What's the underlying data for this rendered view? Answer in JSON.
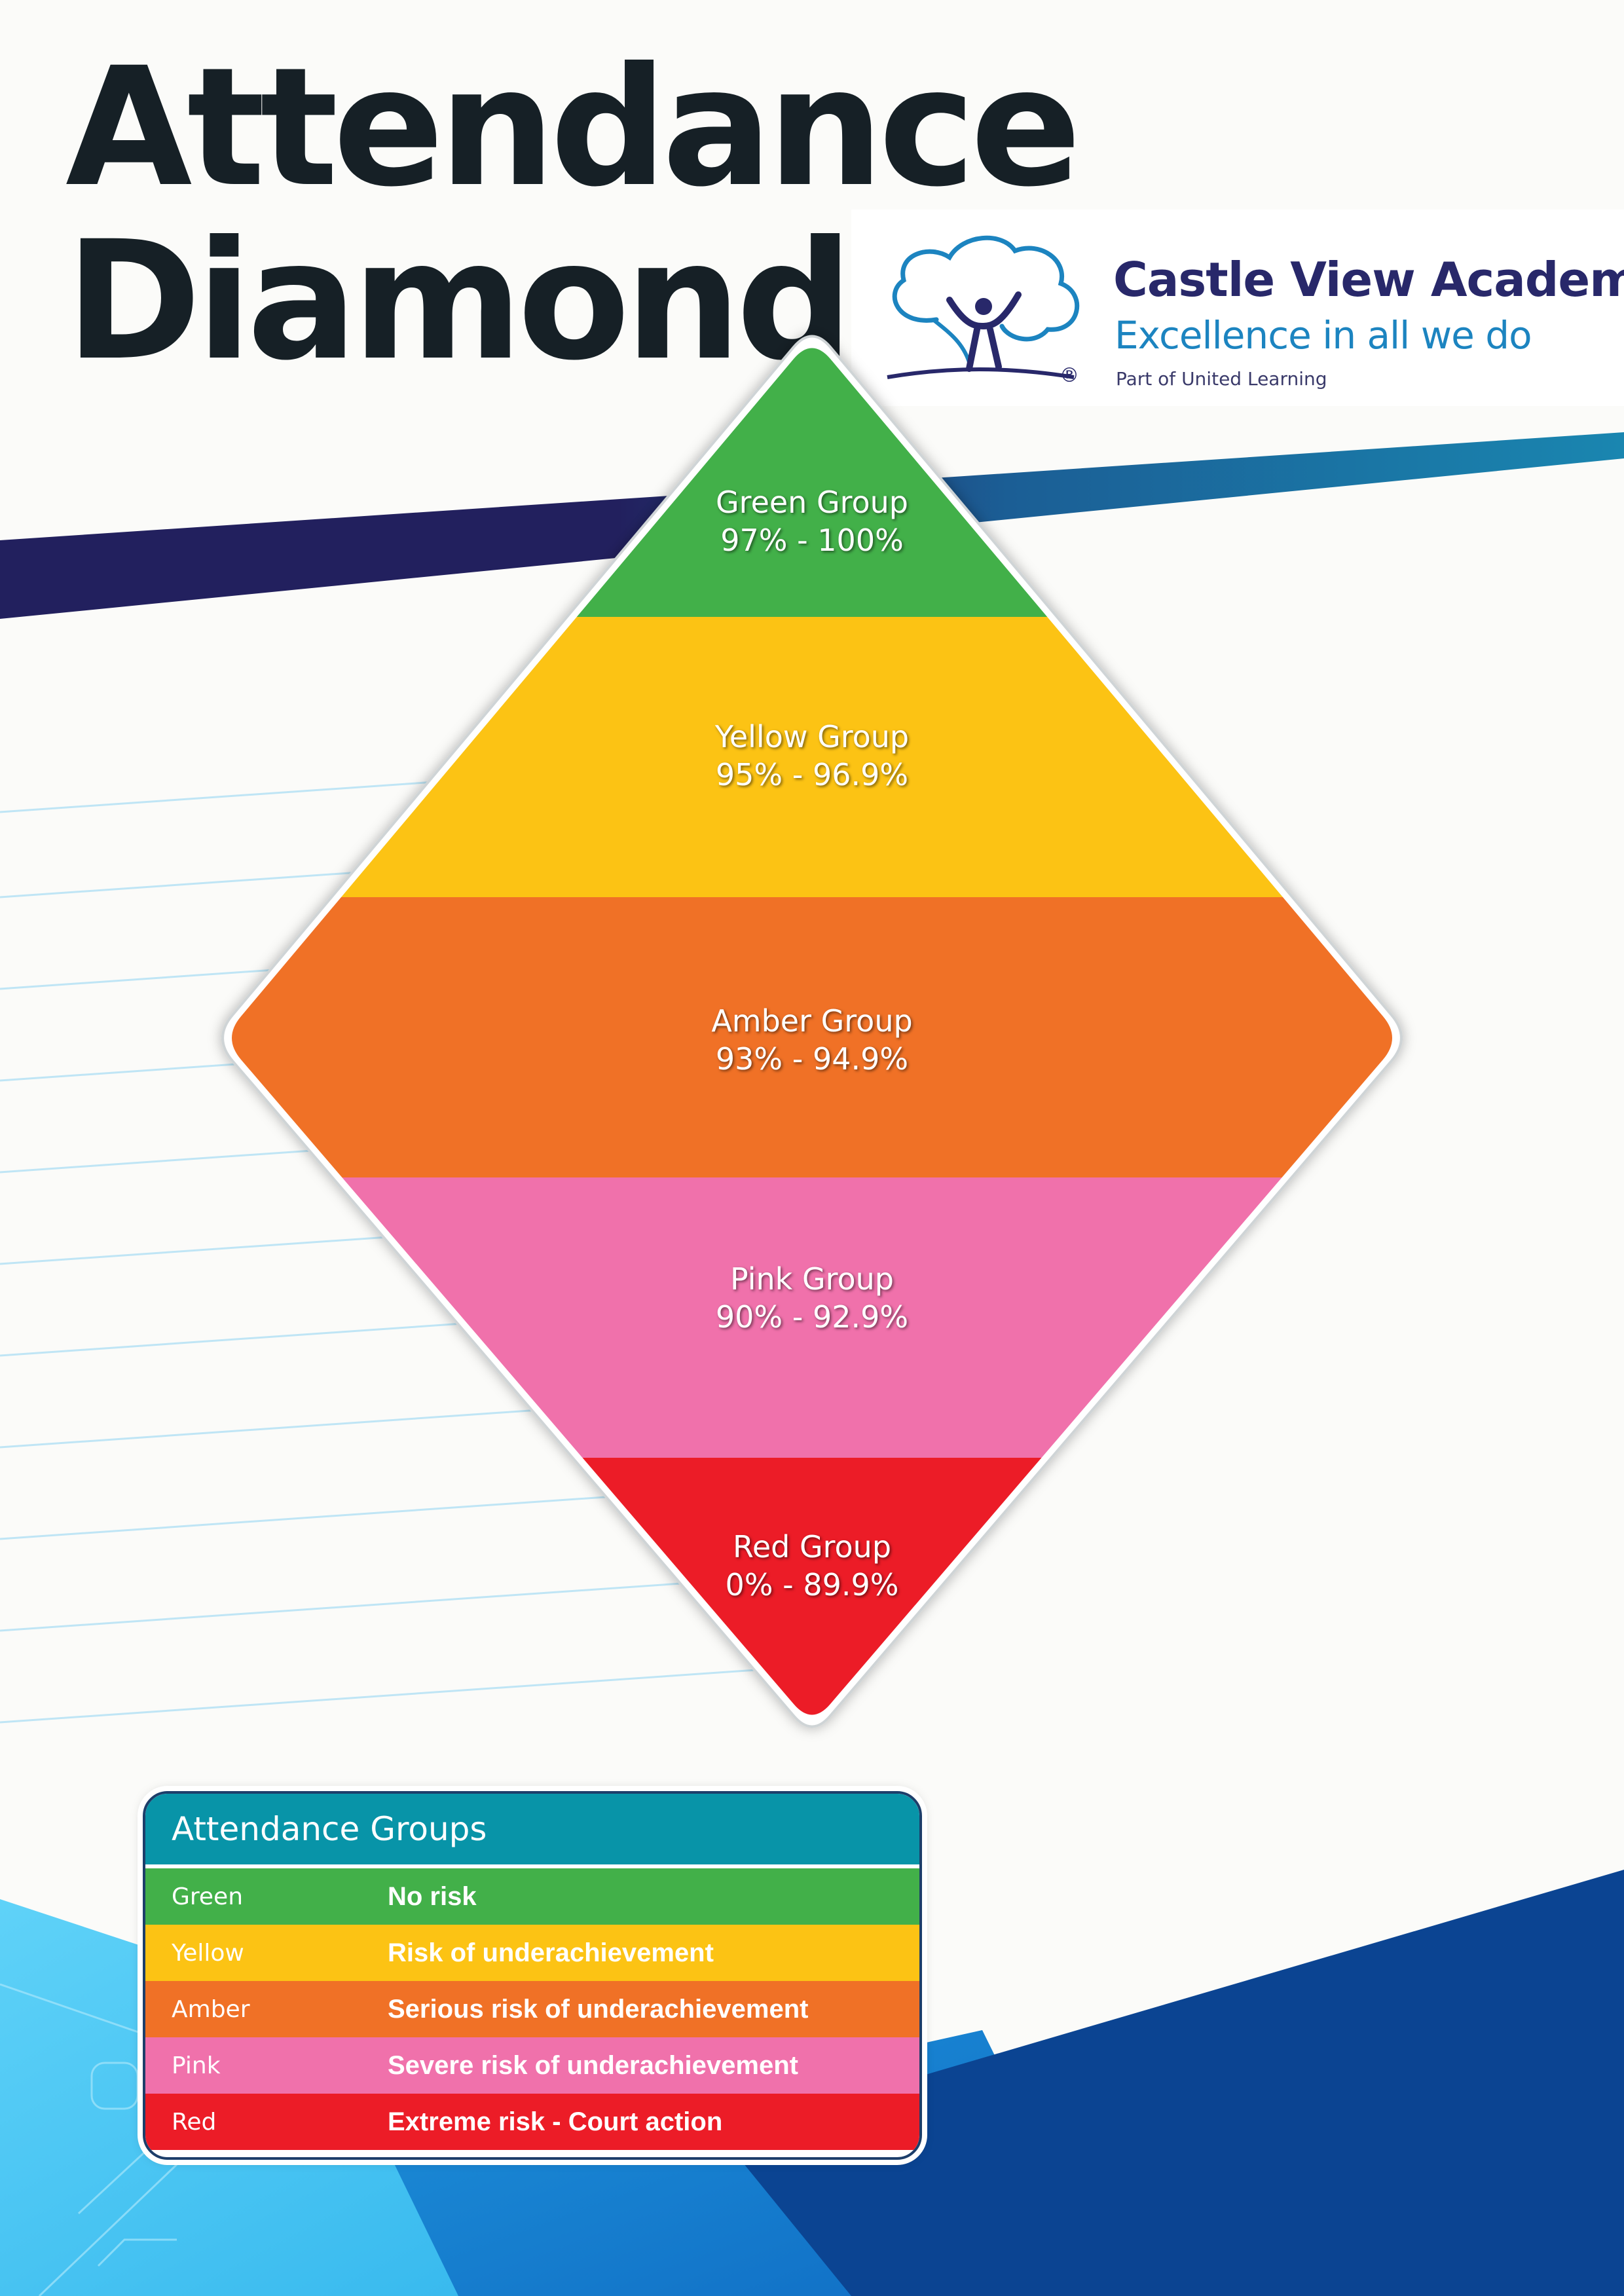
{
  "title": {
    "line1": "Attendance",
    "line2": "Diamond"
  },
  "logo": {
    "name": "Castle View Academy",
    "tagline": "Excellence in all we do",
    "affiliation": "Part of United Learning",
    "registered": "®"
  },
  "diamond": {
    "bands": [
      {
        "name": "Green Group",
        "range": "97% - 100%",
        "color": "#42b049"
      },
      {
        "name": "Yellow Group",
        "range": "95% - 96.9%",
        "color": "#fcc314"
      },
      {
        "name": "Amber Group",
        "range": "93% - 94.9%",
        "color": "#f07126"
      },
      {
        "name": "Pink Group",
        "range": "90% - 92.9%",
        "color": "#f071ab"
      },
      {
        "name": "Red Group",
        "range": "0% - 89.9%",
        "color": "#ec1c27"
      }
    ]
  },
  "legend": {
    "title": "Attendance Groups",
    "header_color": "#0894a8",
    "rows": [
      {
        "group": "Green",
        "risk": "No risk",
        "color": "#42b049"
      },
      {
        "group": "Yellow",
        "risk": "Risk of underachievement",
        "color": "#fcc314"
      },
      {
        "group": "Amber",
        "risk": "Serious risk of underachievement",
        "color": "#f07126"
      },
      {
        "group": "Pink",
        "risk": "Severe risk of underachievement",
        "color": "#f071ab"
      },
      {
        "group": "Red",
        "risk": "Extreme risk - Court action",
        "color": "#ec1c27"
      }
    ]
  },
  "colors": {
    "navy": "#22205e",
    "teal": "#1a86b0",
    "dark_blue": "#0b4492",
    "light_blue": "#45c5f3"
  }
}
